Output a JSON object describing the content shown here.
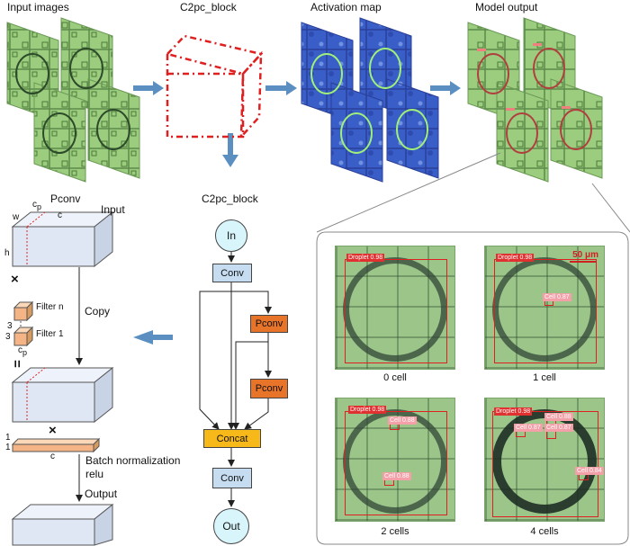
{
  "top": {
    "input_images": "Input images",
    "c2pc_block": "C2pc_block",
    "activation_map": "Activation map",
    "model_output": "Model output"
  },
  "pconv": {
    "title": "Pconv",
    "input": "Input",
    "cp": "c",
    "cp_sub": "p",
    "c": "c",
    "w": "w",
    "h": "h",
    "copy": "Copy",
    "filter_n": "Filter n",
    "filter_1": "Filter 1",
    "three_a": "3",
    "three_b": "3",
    "cp2": "c",
    "cp2_sub": "p",
    "one_a": "1",
    "one_b": "1",
    "c2": "c",
    "bn": "Batch normalization",
    "relu": "relu",
    "output": "Output",
    "times": "×",
    "equals": "=",
    "times2": "×"
  },
  "flow": {
    "title": "C2pc_block",
    "in": "In",
    "conv1": "Conv",
    "pconv1": "Pconv",
    "pconv2": "Pconv",
    "concat": "Concat",
    "conv2": "Conv",
    "out": "Out"
  },
  "results": {
    "scale": "50 μm",
    "caption_0": "0 cell",
    "caption_1": "1 cell",
    "caption_2": "2 cells",
    "caption_4": "4 cells",
    "p0_droplet": "Droplet 0.98",
    "p1_droplet": "Droplet 0.98",
    "p1_cell": "Cell 0.87",
    "p2_droplet": "Droplet 0.98",
    "p2_cell_a": "Cell 0.88",
    "p2_cell_b": "Cell 0.88",
    "p4_droplet": "Droplet 0.98",
    "p4_cell_a": "Cell 0.87",
    "p4_cell_b": "Cell 0.88",
    "p4_cell_c": "Cell 0.87",
    "p4_cell_d": "Cell 0.84"
  },
  "colors": {
    "arrow_blue": "#5b8fc2",
    "conv_fill": "#c6dcf0",
    "pconv_fill": "#e8742a",
    "concat_fill": "#f7b81a",
    "io_fill": "#d8f5fb",
    "c2pc_red": "#e02020"
  }
}
